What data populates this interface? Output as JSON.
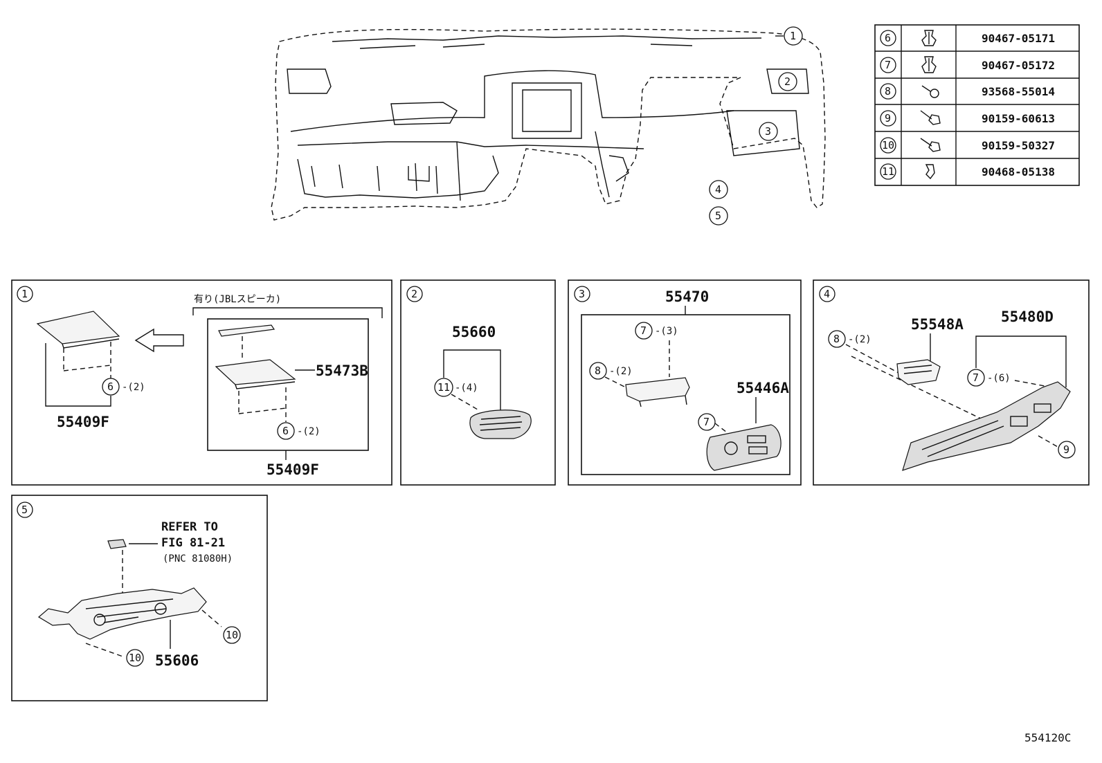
{
  "figure_code": "554120C",
  "overview": {
    "callouts": [
      "1",
      "2",
      "3",
      "4",
      "5"
    ]
  },
  "fastener_table": {
    "rows": [
      {
        "ref": "6",
        "part_no": "90467-05171",
        "icon": "push-clip-icon"
      },
      {
        "ref": "7",
        "part_no": "90467-05172",
        "icon": "push-clip-icon"
      },
      {
        "ref": "8",
        "part_no": "93568-55014",
        "icon": "screw-icon"
      },
      {
        "ref": "9",
        "part_no": "90159-60613",
        "icon": "bolt-icon"
      },
      {
        "ref": "10",
        "part_no": "90159-50327",
        "icon": "bolt-icon"
      },
      {
        "ref": "11",
        "part_no": "90468-05138",
        "icon": "clip-icon"
      }
    ]
  },
  "panel1": {
    "index": "1",
    "jbl_label": "有り(JBLスピーカ)",
    "left_part": "55409F",
    "left_clip_ref": "6",
    "left_clip_qty": "-(2)",
    "right_part_main": "55473B",
    "right_part_bottom": "55409F",
    "right_clip_ref": "6",
    "right_clip_qty": "-(2)"
  },
  "panel2": {
    "index": "2",
    "part": "55660",
    "clip_ref": "11",
    "clip_qty": "-(4)"
  },
  "panel3": {
    "index": "3",
    "part": "55470",
    "clip_a_ref": "7",
    "clip_a_qty": "-(3)",
    "screw_ref": "8",
    "screw_qty": "-(2)",
    "sub_part": "55446A",
    "sub_clip_ref": "7"
  },
  "panel4": {
    "index": "4",
    "screw_ref": "8",
    "screw_qty": "-(2)",
    "part_a": "55548A",
    "part_b": "55480D",
    "clip_ref": "7",
    "clip_qty": "-(6)",
    "bolt_ref": "9"
  },
  "panel5": {
    "index": "5",
    "refer_line1": "REFER TO",
    "refer_line2": "FIG 81-21",
    "refer_line3": "(PNC 81080H)",
    "part": "55606",
    "bolt_ref_a": "10",
    "bolt_ref_b": "10"
  }
}
